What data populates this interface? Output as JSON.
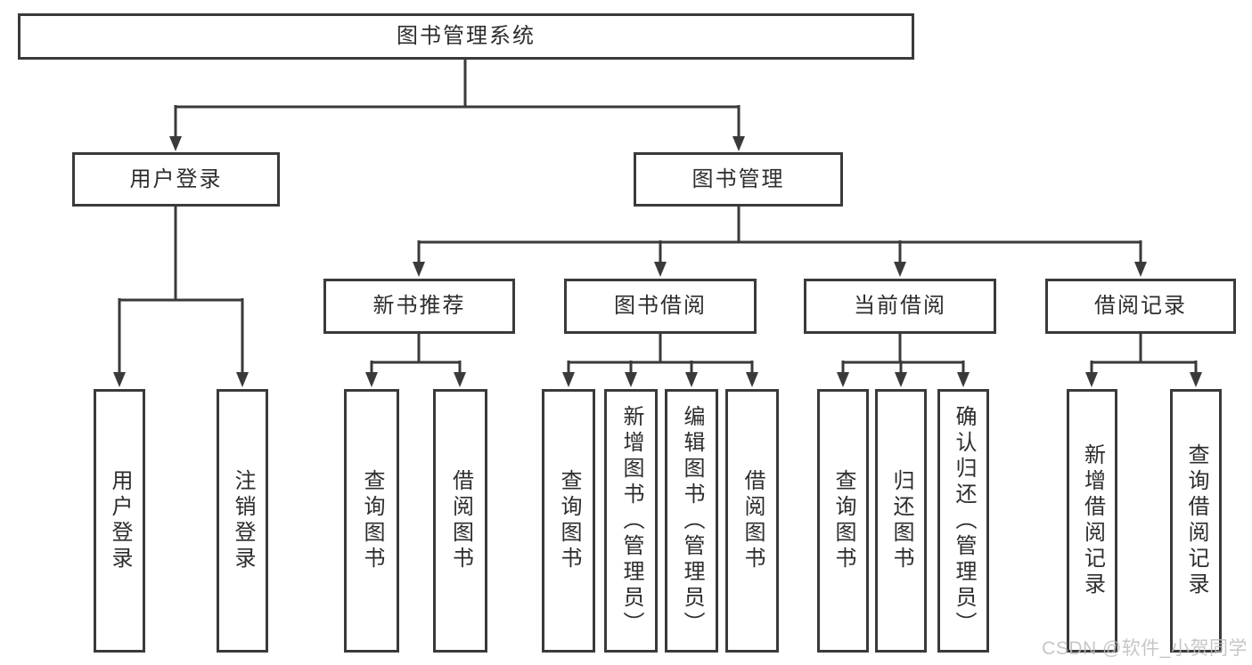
{
  "diagram": {
    "type": "tree",
    "root": {
      "label": "图书管理系统"
    },
    "level2": {
      "user_login": {
        "label": "用户登录",
        "parent": "图书管理系统"
      },
      "book_mgmt": {
        "label": "图书管理",
        "parent": "图书管理系统"
      }
    },
    "level3": {
      "new_book_rec": {
        "label": "新书推荐",
        "parent": "图书管理"
      },
      "book_borrow": {
        "label": "图书借阅",
        "parent": "图书管理"
      },
      "current_borrow": {
        "label": "当前借阅",
        "parent": "图书管理"
      },
      "borrow_record": {
        "label": "借阅记录",
        "parent": "图书管理"
      }
    },
    "leaves": {
      "user_login": {
        "label": "用户登录",
        "parent": "用户登录"
      },
      "logout": {
        "label": "注销登录",
        "parent": "用户登录"
      },
      "rec_query_book": {
        "label": "查询图书",
        "parent": "新书推荐"
      },
      "rec_borrow_book": {
        "label": "借阅图书",
        "parent": "新书推荐"
      },
      "bb_query_book": {
        "label": "查询图书",
        "parent": "图书借阅"
      },
      "bb_add_book": {
        "label": "新增图书（管理员）",
        "parent": "图书借阅"
      },
      "bb_edit_book": {
        "label": "编辑图书（管理员）",
        "parent": "图书借阅"
      },
      "bb_borrow_book": {
        "label": "借阅图书",
        "parent": "图书借阅"
      },
      "cb_query_book": {
        "label": "查询图书",
        "parent": "当前借阅"
      },
      "cb_return_book": {
        "label": "归还图书",
        "parent": "当前借阅"
      },
      "cb_confirm_return": {
        "label": "确认归还（管理员）",
        "parent": "当前借阅"
      },
      "br_add_record": {
        "label": "新增借阅记录",
        "parent": "借阅记录"
      },
      "br_query_record": {
        "label": "查询借阅记录",
        "parent": "借阅记录"
      }
    },
    "watermark": "CSDN @软件_小贺同学",
    "colors": {
      "line": "#3a3a3a",
      "text": "#2d2d2d",
      "background": "#ffffff",
      "watermark": "#bdbdbd"
    }
  }
}
